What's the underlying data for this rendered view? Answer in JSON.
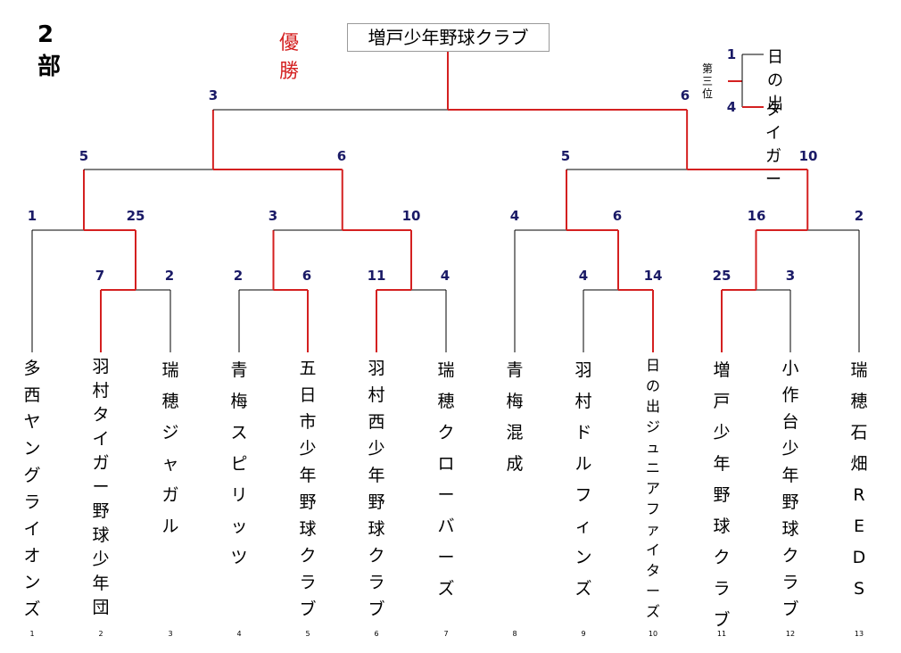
{
  "division": "2部",
  "champion_label": "優勝",
  "champion": "増戸少年野球クラブ",
  "third_place": {
    "label": "第三位",
    "teams": [
      {
        "score": "1",
        "name": "日 の 出"
      },
      {
        "score": "4",
        "name": "タイガー"
      }
    ]
  },
  "teams": [
    {
      "num": "1",
      "name": "多西ヤングライオンズ"
    },
    {
      "num": "2",
      "name": "羽村タイガー野球少年団"
    },
    {
      "num": "3",
      "name": "瑞穂ジャガル"
    },
    {
      "num": "4",
      "name": "青梅スピリッツ"
    },
    {
      "num": "5",
      "name": "五日市少年野球クラブ"
    },
    {
      "num": "6",
      "name": "羽村西少年野球クラブ"
    },
    {
      "num": "7",
      "name": "瑞穂クローバーズ"
    },
    {
      "num": "8",
      "name": "青梅混成"
    },
    {
      "num": "9",
      "name": "羽村ドルフィンズ"
    },
    {
      "num": "10",
      "name": "日の出ジュニアファイターズ"
    },
    {
      "num": "11",
      "name": "増戸少年野球クラブ"
    },
    {
      "num": "12",
      "name": "小作台少年野球クラブ"
    },
    {
      "num": "13",
      "name": "瑞穂石畑REDS"
    }
  ],
  "scores": {
    "r1": [
      "7",
      "2",
      "2",
      "6",
      "11",
      "4",
      "4",
      "14",
      "25",
      "3"
    ],
    "r2": [
      "1",
      "25",
      "3",
      "10",
      "4",
      "6",
      "16",
      "2"
    ],
    "r3": [
      "5",
      "6",
      "5",
      "10"
    ],
    "semi": [
      "3",
      "6"
    ]
  }
}
